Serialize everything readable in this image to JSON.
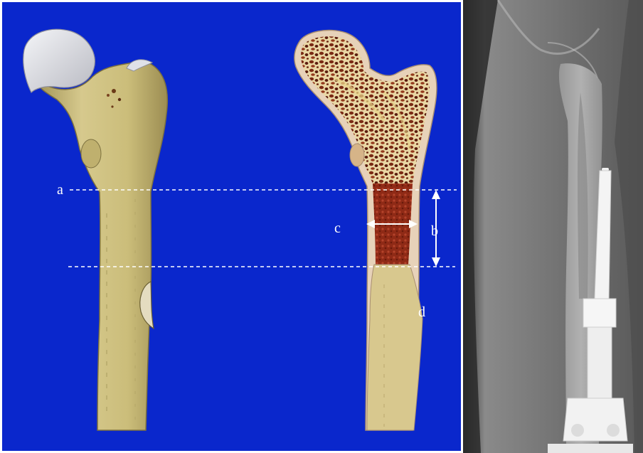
{
  "labels": {
    "a": "a",
    "b": "b",
    "c": "c",
    "d": "d"
  },
  "colors": {
    "diagram_background": "#0a27cc",
    "bone_surface": "#cdbf7c",
    "bone_cortex": "#e7d2b9",
    "cancellous_bone": "#7a2a14",
    "marrow_canal": "#8f2a16",
    "femoral_head_cartilage": "#dcdde4",
    "annotation": "#ffffff",
    "xray_background": "#707070"
  },
  "icons": {
    "bone_exterior": "femur-exterior-illustration",
    "bone_section": "femur-cross-section-illustration",
    "radiograph": "femur-xray-with-implant"
  }
}
